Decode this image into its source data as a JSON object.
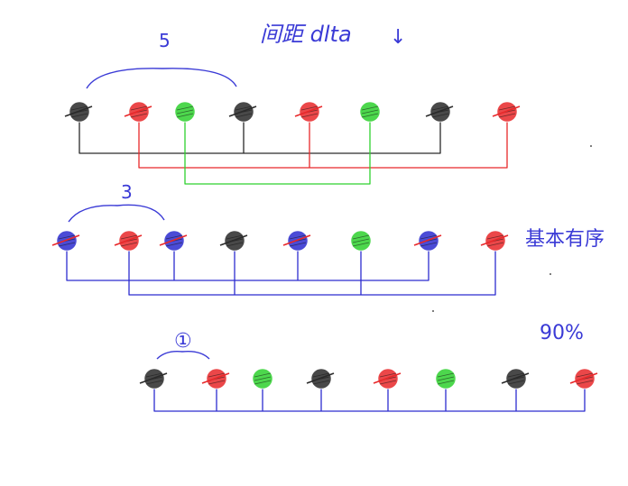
{
  "labels": {
    "top_gap_number": "5",
    "title": "间距 dlta",
    "title_arrow": "↓",
    "middle_gap_number": "3",
    "middle_side_label": "基本有序",
    "bottom_gap_number": "①",
    "bottom_percent": "90%"
  },
  "rows": [
    {
      "name": "row-gap-5",
      "dots": [
        "black",
        "red",
        "green",
        "black",
        "red",
        "green",
        "black",
        "red"
      ],
      "groups": [
        {
          "color": "black",
          "members": [
            0,
            3,
            6
          ]
        },
        {
          "color": "red",
          "members": [
            1,
            4,
            7
          ]
        },
        {
          "color": "green",
          "members": [
            2,
            5
          ]
        }
      ]
    },
    {
      "name": "row-gap-3",
      "dots": [
        "blue",
        "red",
        "blue",
        "black",
        "blue",
        "green",
        "blue",
        "red"
      ],
      "groups": [
        {
          "color": "blue",
          "members": [
            0,
            2,
            4,
            6
          ]
        },
        {
          "color": "blue",
          "members": [
            1,
            3,
            5,
            7
          ]
        }
      ]
    },
    {
      "name": "row-gap-1",
      "dots": [
        "black",
        "red",
        "green",
        "black",
        "red",
        "green",
        "black",
        "red"
      ],
      "groups": [
        {
          "color": "blue",
          "members": [
            0,
            1,
            2,
            3,
            4,
            5,
            6,
            7
          ]
        }
      ]
    }
  ],
  "colors": {
    "black": "#2a2a2a",
    "red": "#e8282a",
    "green": "#2ed12e",
    "blue": "#2c2ccf",
    "ink_blue": "#3a3ad6"
  }
}
